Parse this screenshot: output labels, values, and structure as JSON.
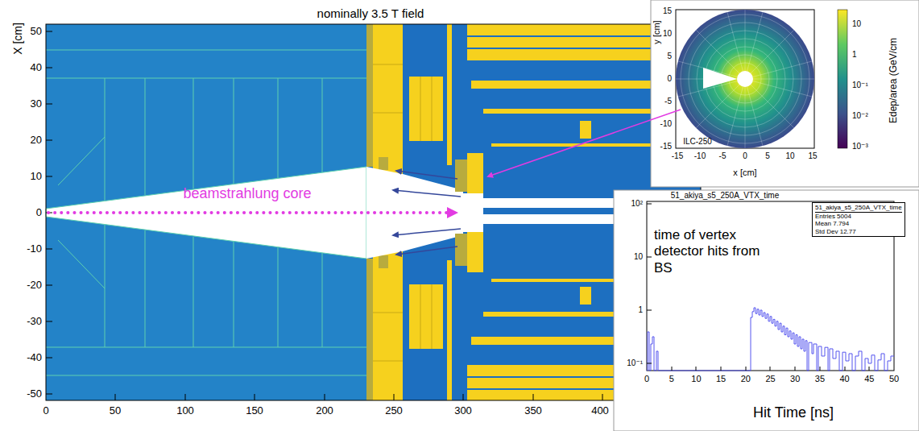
{
  "diagram": {
    "title": "nominally 3.5 T field",
    "nodes": [
      {
        "text": [
          "51_akiya_s5_250A_VTX_time",
          "Entries 5004",
          "Mean 7.794",
          "Std Dev 12.77"
        ]
      }
    ],
    "labels": [
      "X [cm]",
      "50",
      "40",
      "30",
      "20",
      "10",
      "0",
      "-10",
      "-20",
      "-30",
      "-40",
      "-50",
      "0",
      "50",
      "100",
      "150",
      "200",
      "250",
      "300",
      "350",
      "400",
      "beamstrahlung core",
      "y [cm]",
      "15",
      "10",
      "5",
      "0",
      "-5",
      "-10",
      "-15",
      "-15",
      "-10",
      "-5",
      "0",
      "5",
      "10",
      "15",
      "x [cm]",
      "ILC-250",
      "10",
      "1",
      "10⁻¹",
      "10⁻²",
      "10⁻³",
      "Edep/area (GeV/cm",
      "51_akiya_s5_250A_VTX_time",
      "time of vertex detector hits from BS",
      "10²",
      "10",
      "1",
      "10⁻¹",
      "0",
      "5",
      "10",
      "15",
      "20",
      "25",
      "30",
      "35",
      "40",
      "45",
      "50",
      "Hit Time [ns]"
    ]
  }
}
